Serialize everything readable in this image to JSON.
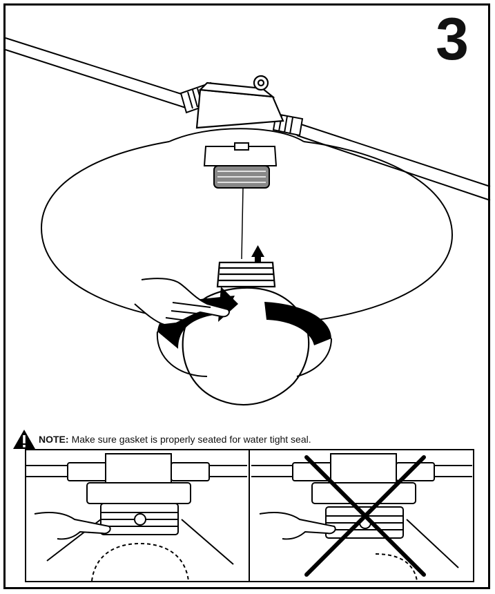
{
  "step": {
    "number": "3"
  },
  "note": {
    "label": "NOTE:",
    "text": "Make sure gasket is properly seated for water tight seal."
  },
  "icons": {
    "warning": "warning-triangle-icon",
    "up_arrow": "arrow-up-icon",
    "rotate": "rotate-clockwise-icon",
    "incorrect": "cross-mark-icon"
  },
  "colors": {
    "line": "#000000",
    "background": "#ffffff"
  }
}
